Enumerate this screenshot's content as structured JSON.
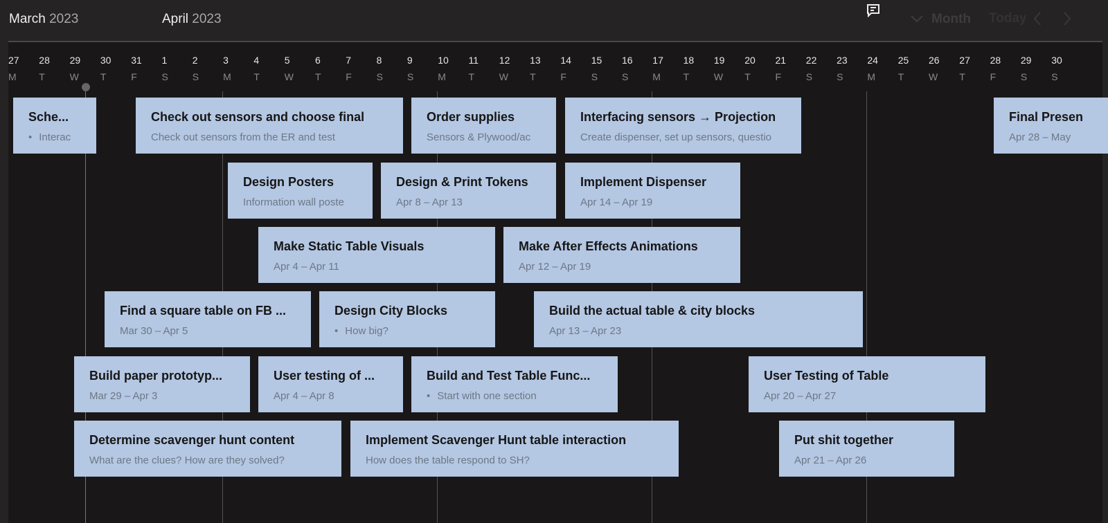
{
  "header": {
    "months": [
      {
        "name": "March",
        "year": "2023"
      },
      {
        "name": "April",
        "year": "2023"
      }
    ],
    "view": "Month",
    "today": "Today",
    "icons": [
      "comment-icon",
      "chevron-down-icon",
      "chevron-left-icon",
      "chevron-right-icon"
    ]
  },
  "days": [
    [
      "27",
      "M"
    ],
    [
      "28",
      "T"
    ],
    [
      "29",
      "W"
    ],
    [
      "30",
      "T"
    ],
    [
      "31",
      "F"
    ],
    [
      "1",
      "S"
    ],
    [
      "2",
      "S"
    ],
    [
      "3",
      "M"
    ],
    [
      "4",
      "T"
    ],
    [
      "5",
      "W"
    ],
    [
      "6",
      "T"
    ],
    [
      "7",
      "F"
    ],
    [
      "8",
      "S"
    ],
    [
      "9",
      "S"
    ],
    [
      "10",
      "M"
    ],
    [
      "11",
      "T"
    ],
    [
      "12",
      "W"
    ],
    [
      "13",
      "T"
    ],
    [
      "14",
      "F"
    ],
    [
      "15",
      "S"
    ],
    [
      "16",
      "S"
    ],
    [
      "17",
      "M"
    ],
    [
      "18",
      "T"
    ],
    [
      "19",
      "W"
    ],
    [
      "20",
      "T"
    ],
    [
      "21",
      "F"
    ],
    [
      "22",
      "S"
    ],
    [
      "23",
      "S"
    ],
    [
      "24",
      "M"
    ],
    [
      "25",
      "T"
    ],
    [
      "26",
      "W"
    ],
    [
      "27",
      "T"
    ],
    [
      "28",
      "F"
    ],
    [
      "29",
      "S"
    ],
    [
      "30",
      "S"
    ]
  ],
  "cards": [
    {
      "title": "Sche...",
      "sub": "Interac",
      "bullet": true
    },
    {
      "title": "Check out sensors and choose final",
      "sub": "Check out sensors from the ER and test"
    },
    {
      "title": "Order supplies",
      "sub": "Sensors & Plywood/ac"
    },
    {
      "title": "Interfacing sensors → Projection",
      "sub": "Create dispenser, set up sensors, questio"
    },
    {
      "title": "Final Presen",
      "sub": "Apr 28 – May"
    },
    {
      "title": "Design Posters",
      "sub": "Information wall poste"
    },
    {
      "title": "Design & Print Tokens",
      "sub": "Apr 8 – Apr 13"
    },
    {
      "title": "Implement Dispenser",
      "sub": "Apr 14 – Apr 19"
    },
    {
      "title": "Make Static Table Visuals",
      "sub": "Apr 4 – Apr 11"
    },
    {
      "title": "Make After Effects Animations",
      "sub": "Apr 12 – Apr 19"
    },
    {
      "title": "Find a square table on FB ...",
      "sub": "Mar 30 – Apr 5"
    },
    {
      "title": "Design City Blocks",
      "sub": "How big?",
      "bullet": true
    },
    {
      "title": "Build the actual table & city blocks",
      "sub": "Apr 13 – Apr 23"
    },
    {
      "title": "Build paper prototyp...",
      "sub": "Mar 29 – Apr 3"
    },
    {
      "title": "User testing of ...",
      "sub": "Apr 4 – Apr 8"
    },
    {
      "title": "Build and Test Table Func...",
      "sub": "Start with one section",
      "bullet": true
    },
    {
      "title": "User Testing of Table",
      "sub": "Apr 20 – Apr 27"
    },
    {
      "title": "Determine scavenger hunt content",
      "sub": "What are the clues? How are they solved?"
    },
    {
      "title": "Implement Scavenger Hunt table interaction",
      "sub": "How does the table respond to SH?"
    },
    {
      "title": "Put shit together",
      "sub": "Apr 21 – Apr 26"
    }
  ]
}
